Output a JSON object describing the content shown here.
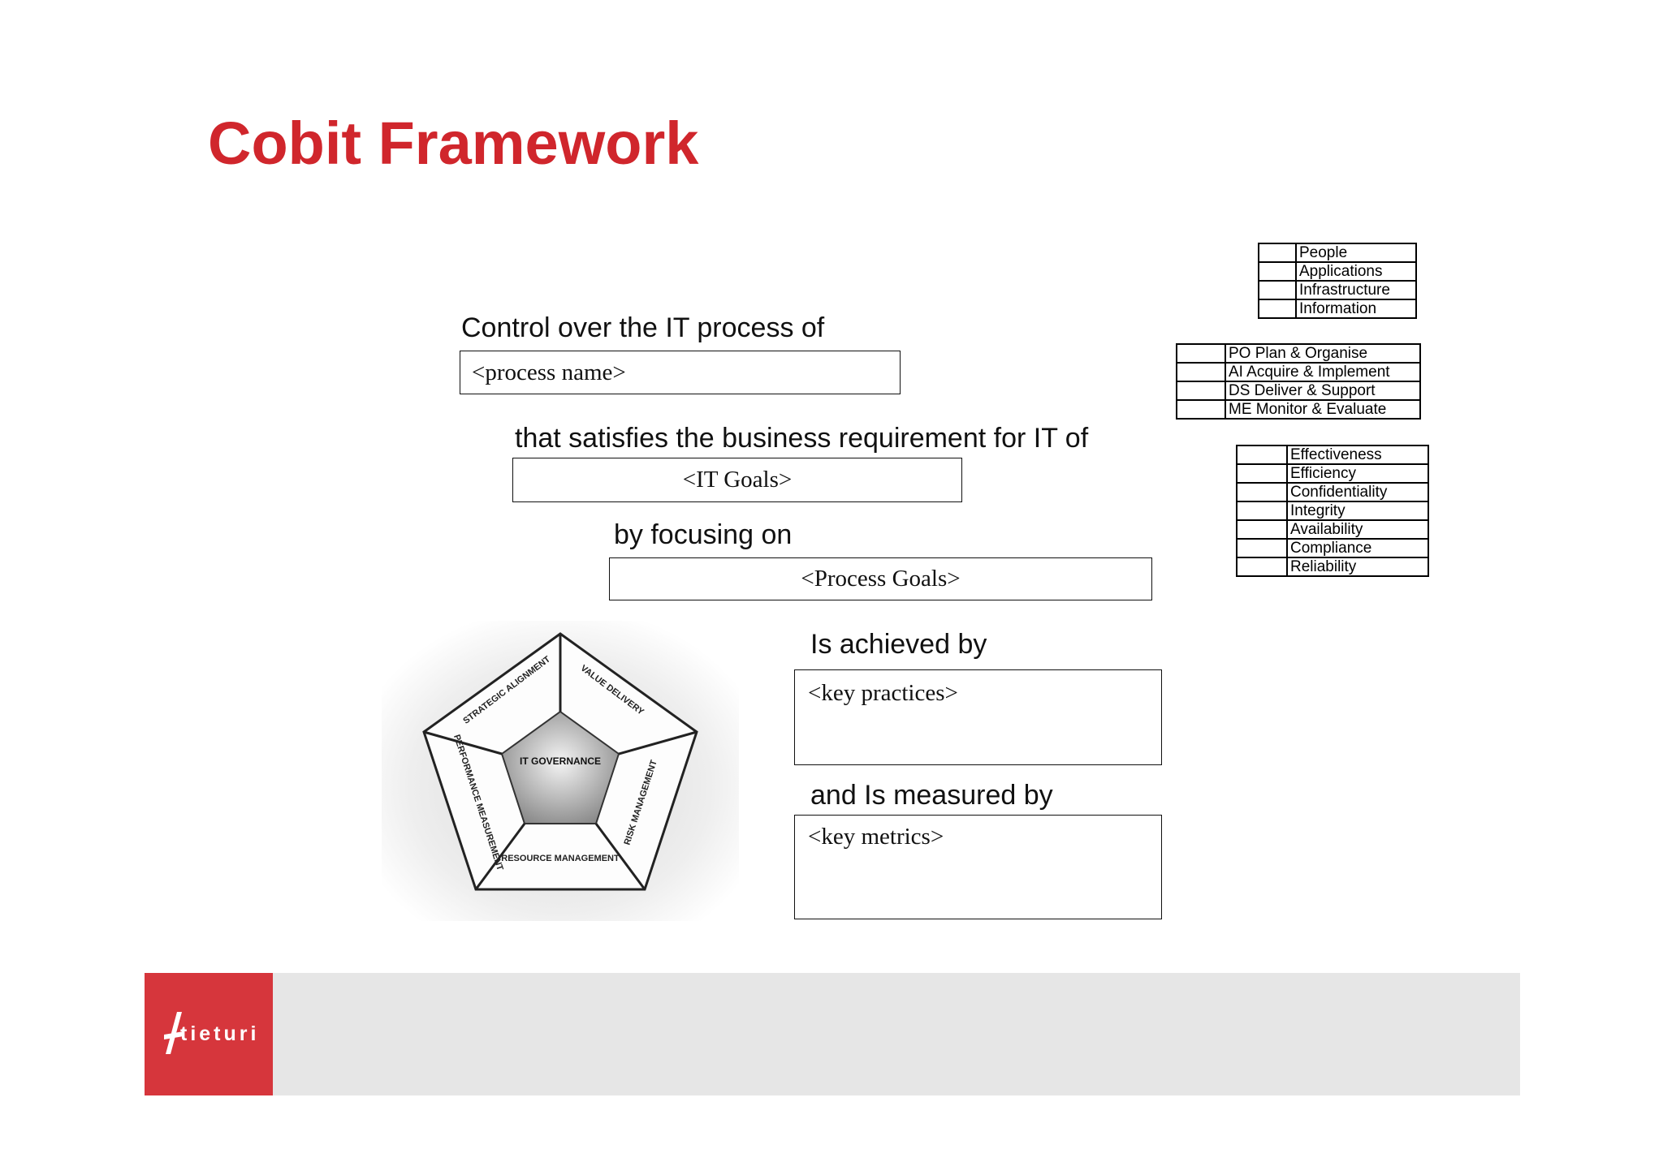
{
  "slide": {
    "title": "Cobit Framework",
    "control_label": "Control over the IT process of",
    "process_name": "<process name>",
    "satisfies_label": "that satisfies the business requirement for IT of",
    "it_goals": "<IT Goals>",
    "focusing_label": "by focusing on",
    "process_goals": "<Process Goals>",
    "achieved_label": "Is achieved by",
    "key_practices": "<key practices>",
    "measured_label": "and Is measured by",
    "key_metrics": "<key metrics>"
  },
  "resources_table": [
    "People",
    "Applications",
    "Infrastructure",
    "Information"
  ],
  "domains_table": [
    "PO Plan & Organise",
    "AI Acquire & Implement",
    "DS Deliver & Support",
    "ME Monitor & Evaluate"
  ],
  "criteria_table": [
    "Effectiveness",
    "Efficiency",
    "Confidentiality",
    "Integrity",
    "Availability",
    "Compliance",
    "Reliability"
  ],
  "pentagon": {
    "center": "IT GOVERNANCE",
    "segments": [
      "STRATEGIC ALIGNMENT",
      "VALUE DELIVERY",
      "RISK MANAGEMENT",
      "RESOURCE MANAGEMENT",
      "PERFORMANCE MEASUREMENT"
    ]
  },
  "footer": {
    "logo": "tieturi"
  }
}
